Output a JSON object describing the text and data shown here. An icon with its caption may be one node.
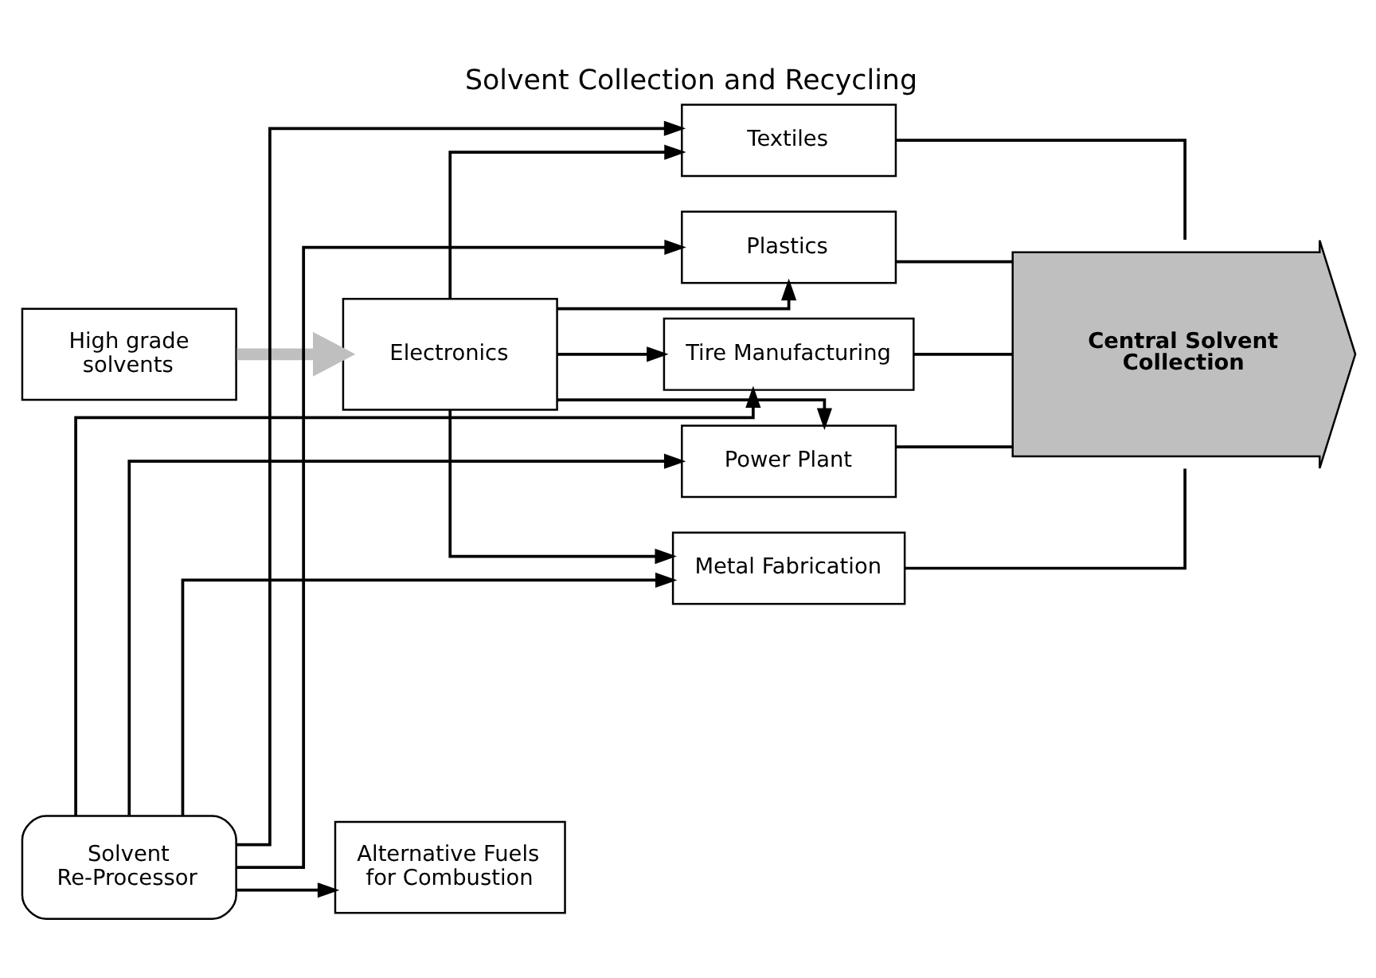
{
  "diagram": {
    "title": "Solvent Collection and Recycling",
    "nodes": [
      {
        "text": [
          "High grade solvents"
        ]
      },
      {
        "text": [
          "Electronics"
        ]
      },
      {
        "text": [
          "Textiles"
        ]
      },
      {
        "text": [
          "Plastics"
        ]
      },
      {
        "text": [
          "Tire Manufacturing"
        ]
      },
      {
        "text": [
          "Power Plant"
        ]
      },
      {
        "text": [
          "Metal Fabrication"
        ]
      },
      {
        "text": [
          "Central Solvent Collection"
        ]
      },
      {
        "text": [
          "Solvent Re-Processor"
        ]
      },
      {
        "text": [
          "Alternative Fuels for Combustion"
        ]
      }
    ],
    "edges": [
      {
        "from": 0,
        "to": 1,
        "arrow": "to",
        "style": "thick",
        "color": "#bfbfbf"
      },
      {
        "from": 1,
        "to": 2,
        "arrow": "to"
      },
      {
        "from": 1,
        "to": 3,
        "arrow": "to"
      },
      {
        "from": 1,
        "to": 4,
        "arrow": "to"
      },
      {
        "from": 1,
        "to": 5,
        "arrow": "to"
      },
      {
        "from": 1,
        "to": 6,
        "arrow": "to"
      },
      {
        "from": 2,
        "to": 7,
        "arrow": "none"
      },
      {
        "from": 3,
        "to": 7,
        "arrow": "none"
      },
      {
        "from": 4,
        "to": 7,
        "arrow": "none"
      },
      {
        "from": 5,
        "to": 7,
        "arrow": "none"
      },
      {
        "from": 6,
        "to": 7,
        "arrow": "none"
      },
      {
        "from": 8,
        "to": 2,
        "arrow": "to"
      },
      {
        "from": 8,
        "to": 3,
        "arrow": "to"
      },
      {
        "from": 8,
        "to": 4,
        "arrow": "to"
      },
      {
        "from": 8,
        "to": 5,
        "arrow": "to"
      },
      {
        "from": 8,
        "to": 6,
        "arrow": "to"
      },
      {
        "from": 8,
        "to": 9,
        "arrow": "to"
      }
    ]
  }
}
